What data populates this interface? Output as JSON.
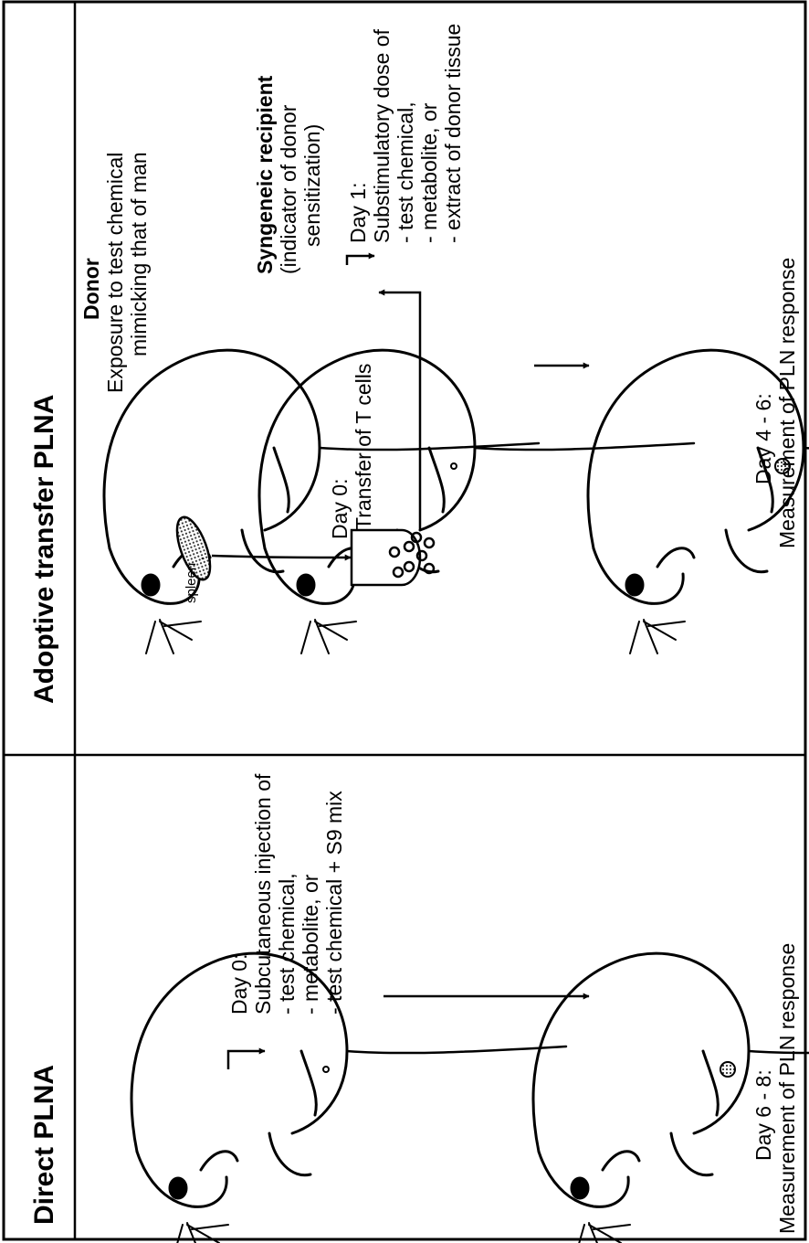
{
  "panels": {
    "direct": {
      "title": "Direct PLNA",
      "day0": {
        "heading": "Day 0:",
        "lines": [
          "Subcutaneous injection of",
          "- test chemical,",
          "- metabolite, or",
          "- test chemical + S9 mix"
        ]
      },
      "readout": {
        "heading": "Day 6 - 8:",
        "text": "Measurement of PLN response"
      }
    },
    "adoptive": {
      "title": "Adoptive transfer PLNA",
      "donor": {
        "heading": "Donor",
        "lines": [
          "Exposure to test chemical",
          "mimicking that of man"
        ],
        "organ_label": "spleen"
      },
      "transfer": {
        "heading": "Day 0:",
        "text": "Transfer of T cells"
      },
      "recipient": {
        "heading": "Syngeneic recipient",
        "lines": [
          "(indicator of donor",
          "sensitization)"
        ]
      },
      "day1": {
        "heading": "Day 1:",
        "lines": [
          "Substimulatory dose of",
          "- test chemical,",
          "- metabolite, or",
          "- extract of donor tissue"
        ]
      },
      "readout": {
        "heading": "Day 4 - 6:",
        "text": "Measurement of PLN response"
      }
    }
  }
}
